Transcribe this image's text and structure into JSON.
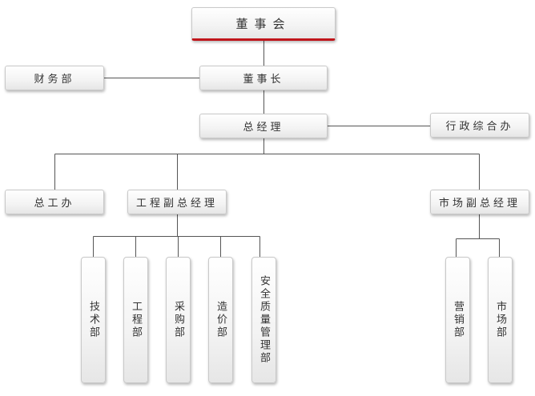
{
  "nodes": {
    "board": "董事会",
    "chairman": "董事长",
    "finance": "财务部",
    "general_manager": "总经理",
    "admin_office": "行政综合办",
    "chief_engineer_office": "总工办",
    "engineering_vp": "工程副总经理",
    "marketing_vp": "市场副总经理",
    "tech_dept": "技术部",
    "engineering_dept": "工程部",
    "purchasing_dept": "采购部",
    "cost_dept": "造价部",
    "safety_quality_dept": "安全质量管理部",
    "sales_dept": "营销部",
    "market_dept": "市场部"
  },
  "colors": {
    "board_accent": "#c0151b",
    "line": "#555555",
    "box_border": "#c9c9c9",
    "text": "#333333"
  }
}
